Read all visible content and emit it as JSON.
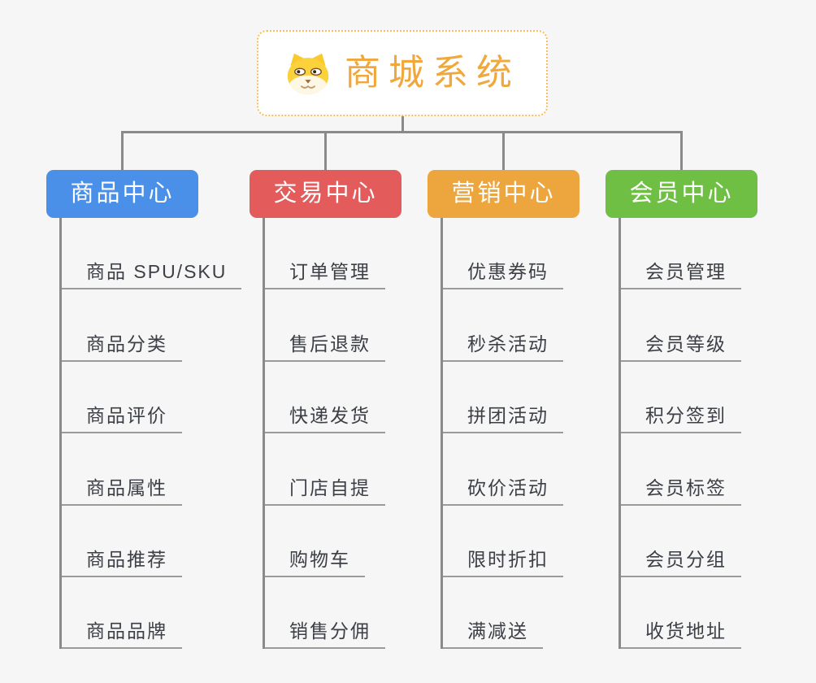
{
  "page": {
    "background": "#f6f6f6"
  },
  "root": {
    "title": "商城系统",
    "icon": "dog-face-icon",
    "text_color": "#f0a73c",
    "border_color": "#f7bd57"
  },
  "connectors": {
    "line_color": "#8a8a8a",
    "underline_color": "#9b9b9b"
  },
  "branches": [
    {
      "id": "product-center",
      "label": "商品中心",
      "color": "#4a90e8",
      "items": [
        "商品 SPU/SKU",
        "商品分类",
        "商品评价",
        "商品属性",
        "商品推荐",
        "商品品牌"
      ]
    },
    {
      "id": "trade-center",
      "label": "交易中心",
      "color": "#e45b5b",
      "items": [
        "订单管理",
        "售后退款",
        "快递发货",
        "门店自提",
        "购物车",
        "销售分佣"
      ]
    },
    {
      "id": "marketing-center",
      "label": "营销中心",
      "color": "#eca63d",
      "items": [
        "优惠券码",
        "秒杀活动",
        "拼团活动",
        "砍价活动",
        "限时折扣",
        "满减送"
      ]
    },
    {
      "id": "member-center",
      "label": "会员中心",
      "color": "#6fbf45",
      "items": [
        "会员管理",
        "会员等级",
        "积分签到",
        "会员标签",
        "会员分组",
        "收货地址"
      ]
    }
  ]
}
